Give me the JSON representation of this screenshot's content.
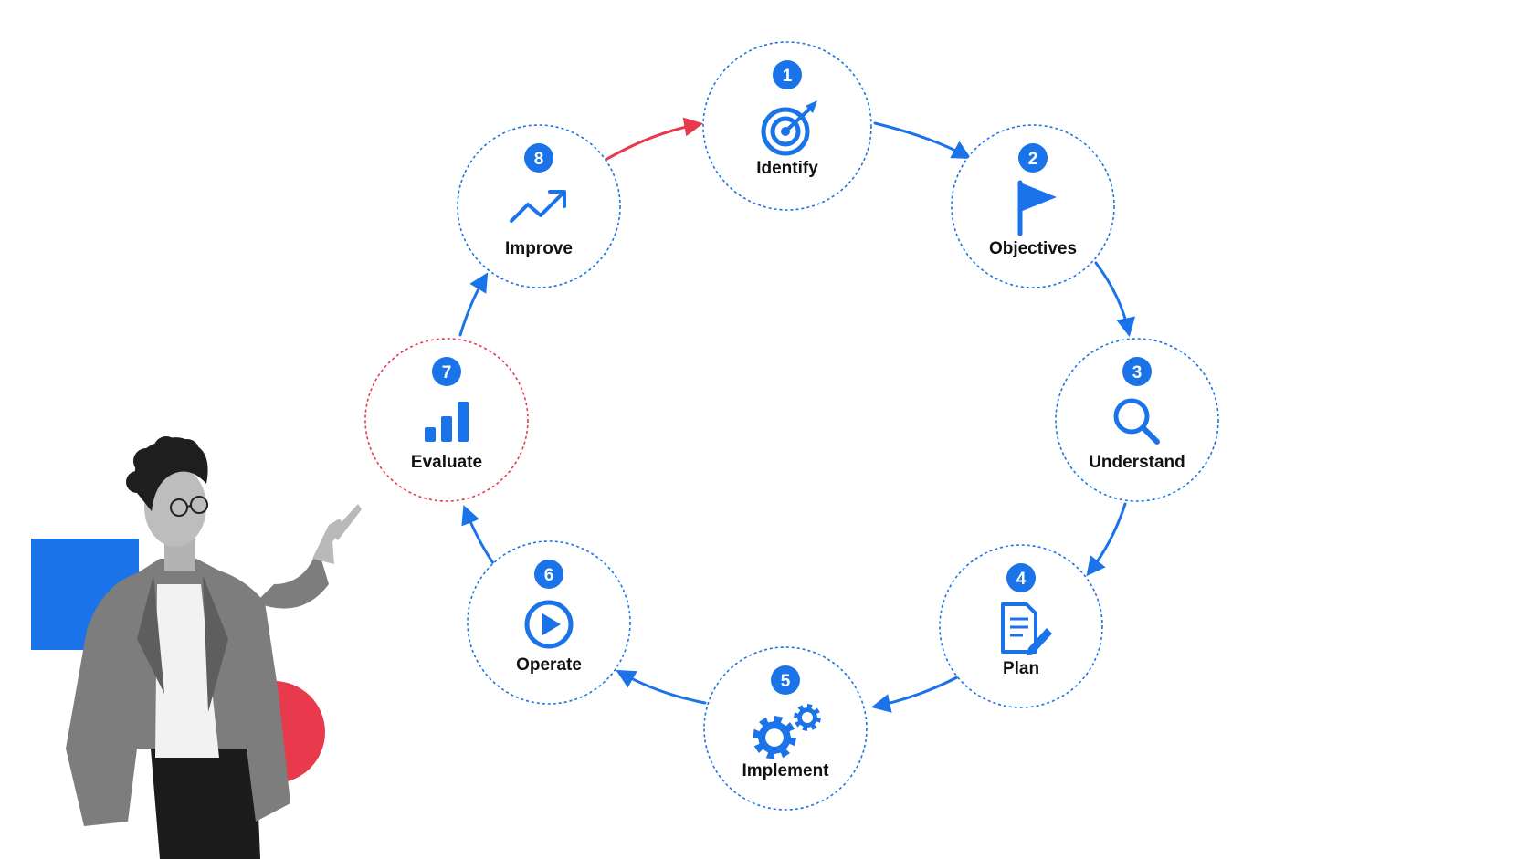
{
  "colors": {
    "primary_blue": "#1a73e8",
    "accent_red": "#e8394d",
    "text_dark": "#111111"
  },
  "steps": [
    {
      "number": "1",
      "label": "Identify",
      "icon": "target-arrow-icon"
    },
    {
      "number": "2",
      "label": "Objectives",
      "icon": "flag-icon"
    },
    {
      "number": "3",
      "label": "Understand",
      "icon": "magnifier-icon"
    },
    {
      "number": "4",
      "label": "Plan",
      "icon": "document-pencil-icon"
    },
    {
      "number": "5",
      "label": "Implement",
      "icon": "gears-icon"
    },
    {
      "number": "6",
      "label": "Operate",
      "icon": "play-circle-icon"
    },
    {
      "number": "7",
      "label": "Evaluate",
      "icon": "bar-chart-icon"
    },
    {
      "number": "8",
      "label": "Improve",
      "icon": "trend-up-icon"
    }
  ],
  "connectors": [
    {
      "from": "1",
      "to": "2",
      "color": "primary_blue"
    },
    {
      "from": "2",
      "to": "3",
      "color": "primary_blue"
    },
    {
      "from": "3",
      "to": "4",
      "color": "primary_blue"
    },
    {
      "from": "4",
      "to": "5",
      "color": "primary_blue"
    },
    {
      "from": "5",
      "to": "6",
      "color": "primary_blue"
    },
    {
      "from": "6",
      "to": "7",
      "color": "primary_blue"
    },
    {
      "from": "7",
      "to": "8",
      "color": "primary_blue"
    },
    {
      "from": "8",
      "to": "1",
      "color": "accent_red"
    }
  ],
  "highlighted_step": "7",
  "presenter": {
    "icon": "presenter-pointing-illustration"
  }
}
